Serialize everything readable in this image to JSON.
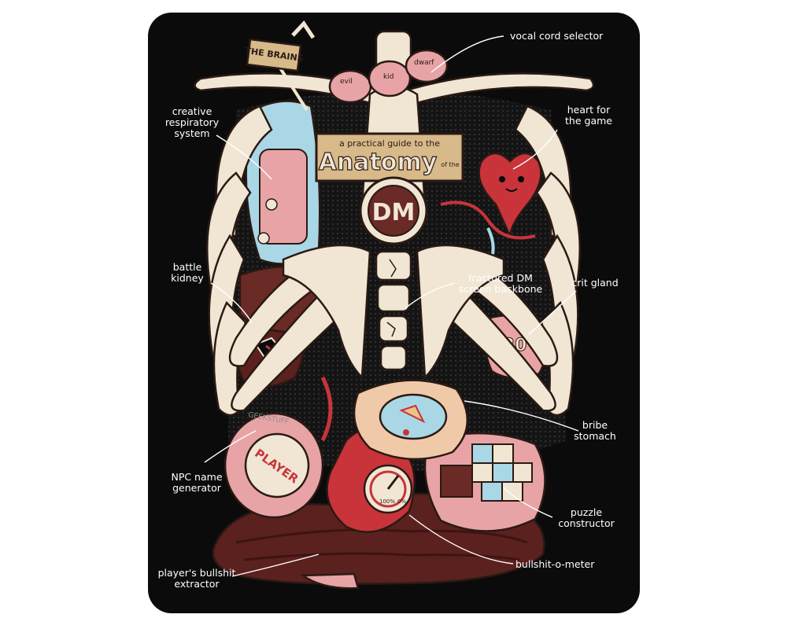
{
  "poster": {
    "sign_brains": "THE BRAINS",
    "banner_line1": "a practical guide to the",
    "banner_title": "Anatomy",
    "banner_ofthe": "of the",
    "emblem": "DM",
    "voice_tags": [
      "evil",
      "kid",
      "dwarf"
    ],
    "crit_die": "20",
    "npc_words": "PLAYER",
    "meter_left": "100%",
    "meter_right": "0%",
    "signature": "GEEKSTUFF"
  },
  "labels": {
    "vocal_cord": "vocal cord selector",
    "creative_1": "creative",
    "creative_2": "respiratory",
    "creative_3": "system",
    "heart_1": "heart for",
    "heart_2": "the game",
    "battle_1": "battle",
    "battle_2": "kidney",
    "fractured_1": "fractured DM",
    "fractured_2": "screen backbone",
    "crit": "crit gland",
    "bribe_1": "bribe",
    "bribe_2": "stomach",
    "npc_1": "NPC name",
    "npc_2": "generator",
    "puzzle_1": "puzzle",
    "puzzle_2": "constructor",
    "bullshit_meter": "bullshit-o-meter",
    "extractor_1": "player's bullshit",
    "extractor_2": "extractor"
  },
  "colors": {
    "background": "#0b0b0b",
    "bone": "#f1e6d4",
    "organ_red": "#c8343a",
    "organ_pink": "#e8a3a6",
    "lung_blue": "#a9d7e6",
    "liver_brown": "#6a2a26"
  }
}
